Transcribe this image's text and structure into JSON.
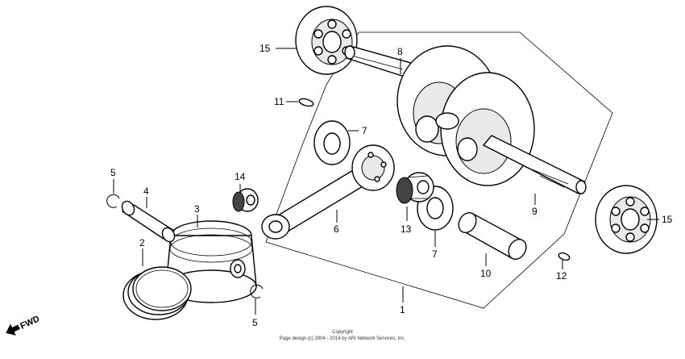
{
  "diagram": {
    "labels": {
      "p1": "1",
      "p2": "2",
      "p3": "3",
      "p4": "4",
      "p5a": "5",
      "p5b": "5",
      "p6": "6",
      "p7a": "7",
      "p7b": "7",
      "p8": "8",
      "p9": "9",
      "p10": "10",
      "p11": "11",
      "p12": "12",
      "p13": "13",
      "p14": "14",
      "p15a": "15",
      "p15b": "15"
    },
    "fwd_label": "FWD",
    "copyright_line1": "Copyright",
    "copyright_line2": "Page design (c) 2004 - 2014 by ARI Network Services, Inc."
  }
}
